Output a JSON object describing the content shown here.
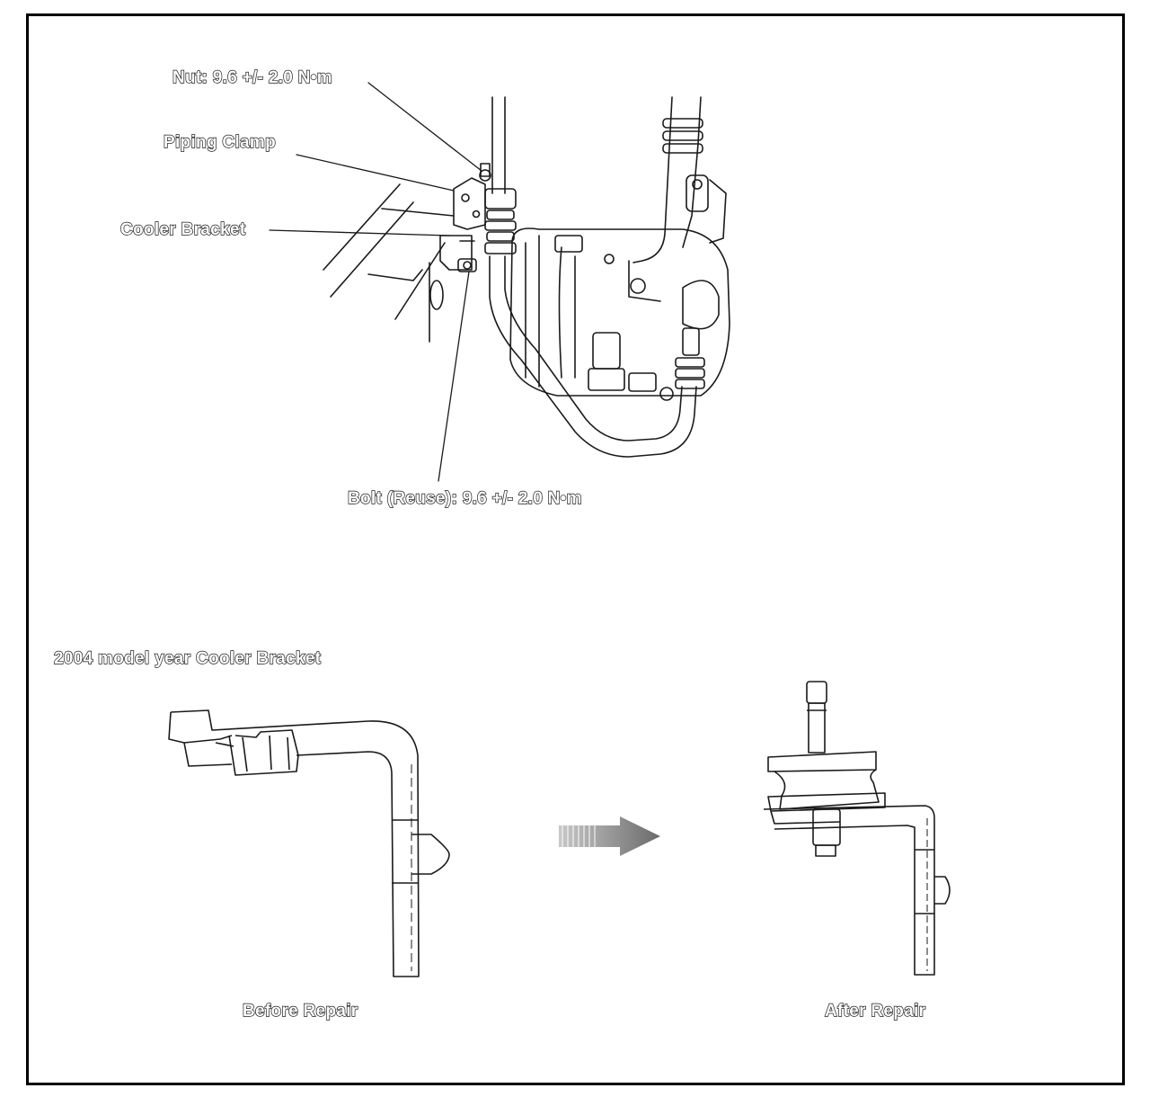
{
  "callouts": {
    "nut": "Nut: 9.6 +/- 2.0 N•m",
    "piping_clamp": "Piping Clamp",
    "cooler_bracket": "Cooler Bracket",
    "bolt": "Bolt (Reuse): 9.6 +/- 2.0 N•m"
  },
  "section_title": "2004 model year Cooler Bracket",
  "captions": {
    "before": "Before Repair",
    "after": "After Repair"
  },
  "colors": {
    "line": "#1a1a1a",
    "arrow": "#8a8a8a",
    "frame": "#000000"
  },
  "icons": {
    "transition": "right-arrow-icon"
  }
}
